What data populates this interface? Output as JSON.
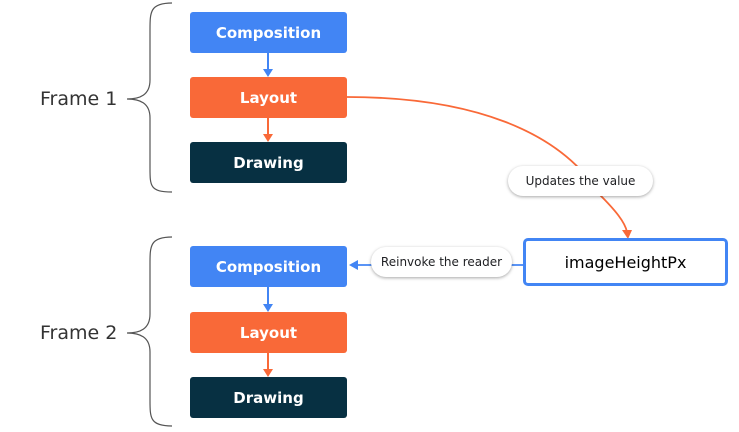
{
  "frames": [
    {
      "label": "Frame 1",
      "phases": [
        "Composition",
        "Layout",
        "Drawing"
      ]
    },
    {
      "label": "Frame 2",
      "phases": [
        "Composition",
        "Layout",
        "Drawing"
      ]
    }
  ],
  "state": {
    "name": "imageHeightPx"
  },
  "annotations": {
    "update": "Updates the value",
    "reinvoke": "Reinvoke the reader"
  },
  "colors": {
    "composition": "#4285f4",
    "layout": "#f96938",
    "drawing": "#073042",
    "state_border": "#4285f4",
    "update_arrow": "#f96938",
    "reinvoke_arrow": "#4285f4"
  }
}
